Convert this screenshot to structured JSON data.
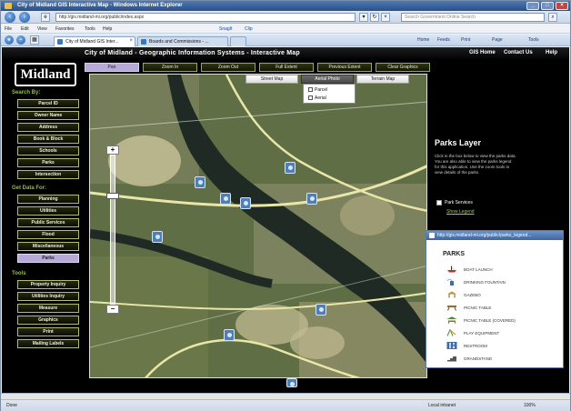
{
  "browser": {
    "window_title": "City of Midland GIS Interactive Map - Windows Internet Explorer",
    "url": "http://gis.midland-mi.org/public/index.aspx",
    "search_placeholder": "Search Government Online Search",
    "menu": [
      "File",
      "Edit",
      "View",
      "Favorites",
      "Tools",
      "Help"
    ],
    "menu_tools": [
      "SnagIt",
      "Clip"
    ],
    "tabs": [
      {
        "label": "City of Midland GIS Inter..."
      },
      {
        "label": "Boards and Commissions - ..."
      }
    ],
    "commands": [
      "Home",
      "Feeds",
      "Print",
      "Page",
      "Tools"
    ],
    "status_left": "Done",
    "status_zone": "Local intranet",
    "status_zoom": "100%"
  },
  "site": {
    "logo_text": "Midland",
    "title": "City of Midland - Geographic Information Systems - Interactive Map",
    "header_links": [
      "GIS Home",
      "Contact Us",
      "Help"
    ],
    "toolbar": [
      "Pan",
      "Zoom In",
      "Zoom Out",
      "Full Extent",
      "Previous Extent",
      "Clear Graphics"
    ],
    "active_tool": "Pan"
  },
  "sidebar": {
    "sections": [
      {
        "heading": "Search By:",
        "items": [
          "Parcel ID",
          "Owner Name",
          "Address",
          "Book & Block",
          "Schools",
          "Parks",
          "Intersection"
        ]
      },
      {
        "heading": "Get Data For:",
        "items": [
          "Planning",
          "Utilities",
          "Public Services",
          "Flood",
          "Miscellaneous",
          "Parks"
        ]
      },
      {
        "heading": "Tools",
        "items": [
          "Property Inquiry",
          "Utilities Inquiry",
          "Measure",
          "Graphics",
          "Print",
          "Mailing Labels"
        ]
      }
    ],
    "active_item": "Parks"
  },
  "map": {
    "map_types": [
      "Street Map",
      "Aerial Photo",
      "Terrain Map"
    ],
    "active_map_type": "Aerial Photo",
    "overlay_options": [
      "Parcel",
      "Aerial"
    ],
    "colors": {
      "river": "#1f2a24",
      "road": "#e9e6a8",
      "vegetation": "#5b6e3c",
      "field": "#b9b18b"
    }
  },
  "parks_layer": {
    "title": "Parks Layer",
    "instructions": "Click in the box below to view the parks data. You are also able to view the parks legend for this application. Use the zoom tools to view details of the parks.",
    "checkbox_label": "Park Services",
    "legend_link": "Show Legend"
  },
  "legend_popup": {
    "title": "http://gis.midland-mi.org/public/parks_legend...",
    "heading": "PARKS",
    "items": [
      {
        "label": "BOAT LAUNCH",
        "icon": "boat-icon",
        "color": "#b33b2e"
      },
      {
        "label": "DRINKING FOUNTAIN",
        "icon": "fountain-icon",
        "color": "#3a6fb0"
      },
      {
        "label": "GAZEBO",
        "icon": "gazebo-icon",
        "color": "#c98a2a"
      },
      {
        "label": "PICNIC TABLE",
        "icon": "picnic-table-icon",
        "color": "#9a6a2c"
      },
      {
        "label": "PICNIC TABLE (COVERED)",
        "icon": "covered-picnic-icon",
        "color": "#7a5a2a"
      },
      {
        "label": "PLAY EQUIPMENT",
        "icon": "play-equipment-icon",
        "color": "#4f8a3a"
      },
      {
        "label": "RESTROOM",
        "icon": "restroom-icon",
        "color": "#3f6ca8"
      },
      {
        "label": "GRANDSTAND",
        "icon": "grandstand-icon",
        "color": "#555555"
      }
    ]
  }
}
